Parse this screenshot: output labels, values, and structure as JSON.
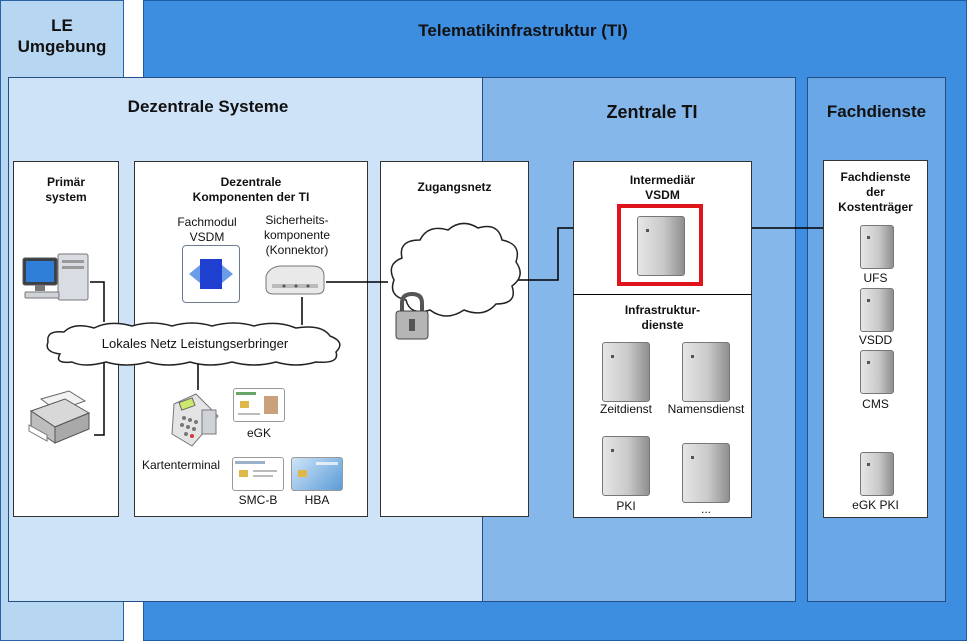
{
  "regions": {
    "le": "LE\nUmgebung",
    "ti": "Telematikinfrastruktur (TI)",
    "dezentral": "Dezentrale Systeme",
    "zentral": "Zentrale TI",
    "fach": "Fachdienste"
  },
  "primaer": {
    "title": "Primär\nsystem"
  },
  "komponenten": {
    "title": "Dezentrale\nKomponenten der TI",
    "fachmodul": "Fachmodul\nVSDM",
    "sicherheit": "Sicherheits-\nkomponente\n(Konnektor)",
    "kartenterminal": "Kartenterminal",
    "egk": "eGK",
    "smcb": "SMC-B",
    "hba": "HBA"
  },
  "netz": "Lokales Netz Leistungserbringer",
  "zugangsnetz": "Zugangsnetz",
  "intermediaer": "Intermediär\nVSDM",
  "infrastruktur": {
    "title": "Infrastruktur-\ndienste",
    "services": [
      "Zeitdienst",
      "Namensdienst",
      "PKI",
      "..."
    ]
  },
  "fachdienste": {
    "title": "Fachdienste\nder\nKostenträger",
    "services": [
      "UFS",
      "VSDD",
      "CMS",
      "eGK PKI"
    ]
  },
  "colors": {
    "le_bg": "#b7d6f2",
    "ti_bg": "#3d8ee0",
    "dez_bg": "#cfe3f8",
    "zen_bg": "#85b7ea",
    "fach_bg": "#6aa7e6",
    "highlight": "#e0141b"
  }
}
